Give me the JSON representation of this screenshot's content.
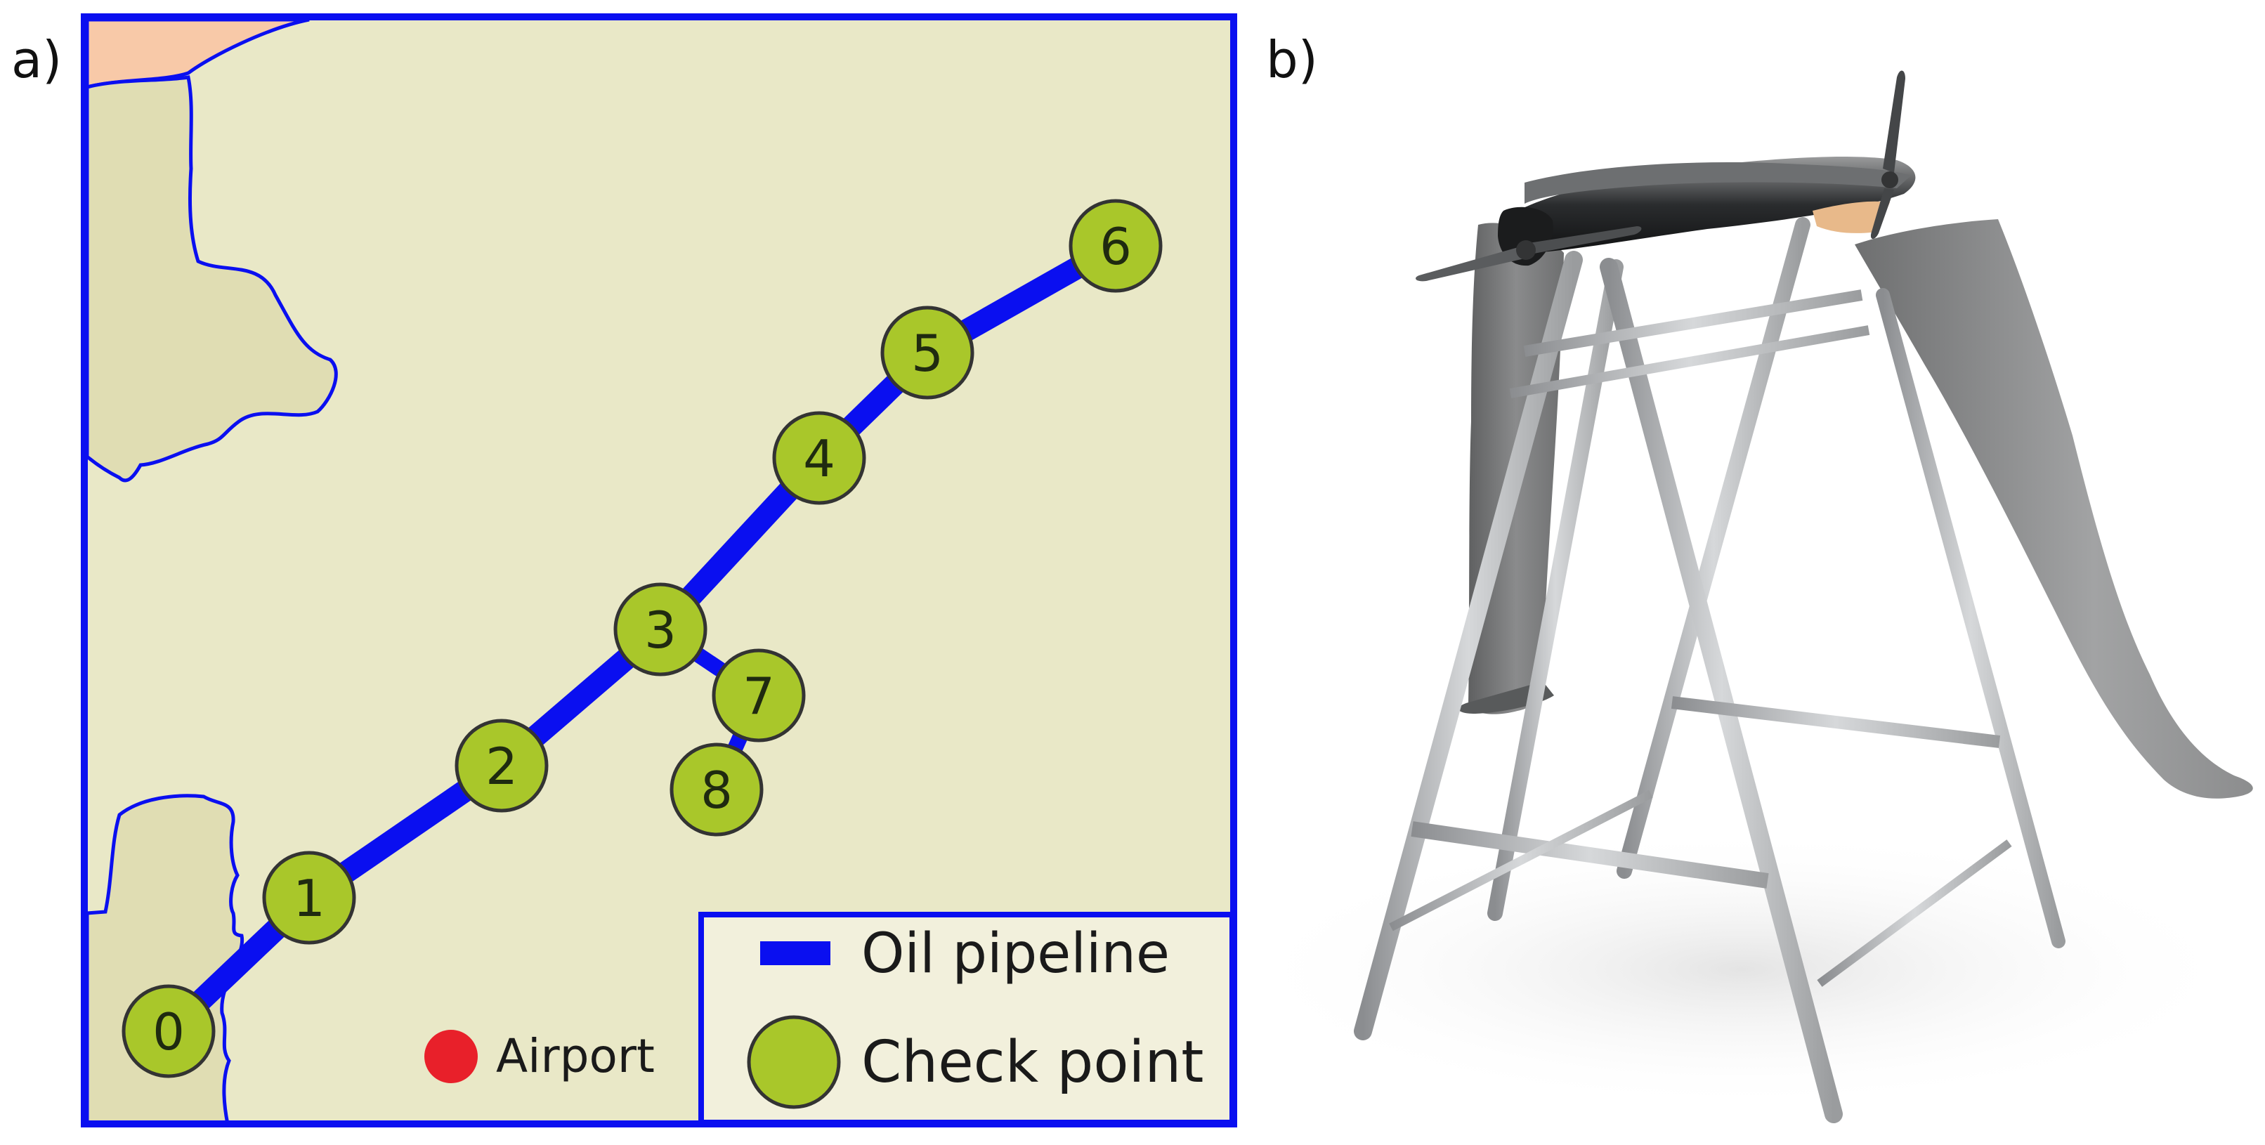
{
  "panels": {
    "a": {
      "label": "a)"
    },
    "b": {
      "label": "b)"
    }
  },
  "colors": {
    "pipeline": "#0a0ff0",
    "checkpoint_fill": "#a9c72a",
    "checkpoint_stroke": "#333333",
    "land": "#e9e8c7",
    "land_dark": "#e0ddb3",
    "sea_corner": "#f8c9a8",
    "frame": "#0a0ff0",
    "airport": "#e8202a",
    "legend_bg": "#f2f0dc"
  },
  "checkpoints": [
    {
      "id": "0",
      "label": "0"
    },
    {
      "id": "1",
      "label": "1"
    },
    {
      "id": "2",
      "label": "2"
    },
    {
      "id": "3",
      "label": "3"
    },
    {
      "id": "4",
      "label": "4"
    },
    {
      "id": "5",
      "label": "5"
    },
    {
      "id": "6",
      "label": "6"
    },
    {
      "id": "7",
      "label": "7"
    },
    {
      "id": "8",
      "label": "8"
    }
  ],
  "pipeline_segments": [
    [
      "0",
      "1"
    ],
    [
      "1",
      "2"
    ],
    [
      "2",
      "3"
    ],
    [
      "3",
      "4"
    ],
    [
      "4",
      "5"
    ],
    [
      "5",
      "6"
    ],
    [
      "3",
      "7"
    ],
    [
      "7",
      "8"
    ]
  ],
  "legend": {
    "pipeline_label": "Oil pipeline",
    "checkpoint_label": "Check point",
    "airport_label": "Airport"
  }
}
